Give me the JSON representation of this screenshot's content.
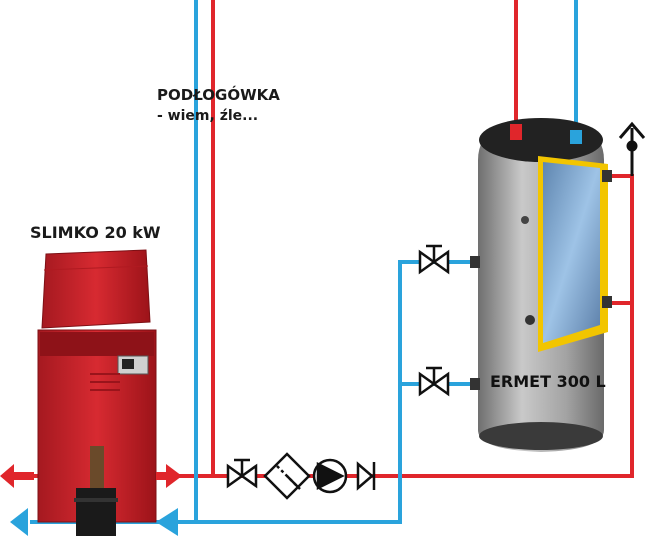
{
  "labels": {
    "floor_heating": "PODŁOGÓWKA",
    "floor_heating_note": "- wiem, źle...",
    "boiler": "SLIMKO 20 kW",
    "tank": "ERMET 300 L"
  },
  "colors": {
    "hot_pipe": "#e0262b",
    "cold_pipe": "#2aa3dc",
    "boiler_body": "#c8202a",
    "tank_body": "#a6a6a6",
    "insulation": "#f2c500",
    "text": "#1a1a1a"
  },
  "components": {
    "valve": "ball-valve-icon",
    "filter": "strainer-filter-icon",
    "pump": "circulation-pump-icon",
    "check_valve": "check-valve-icon",
    "air_vent": "air-vent-icon"
  }
}
